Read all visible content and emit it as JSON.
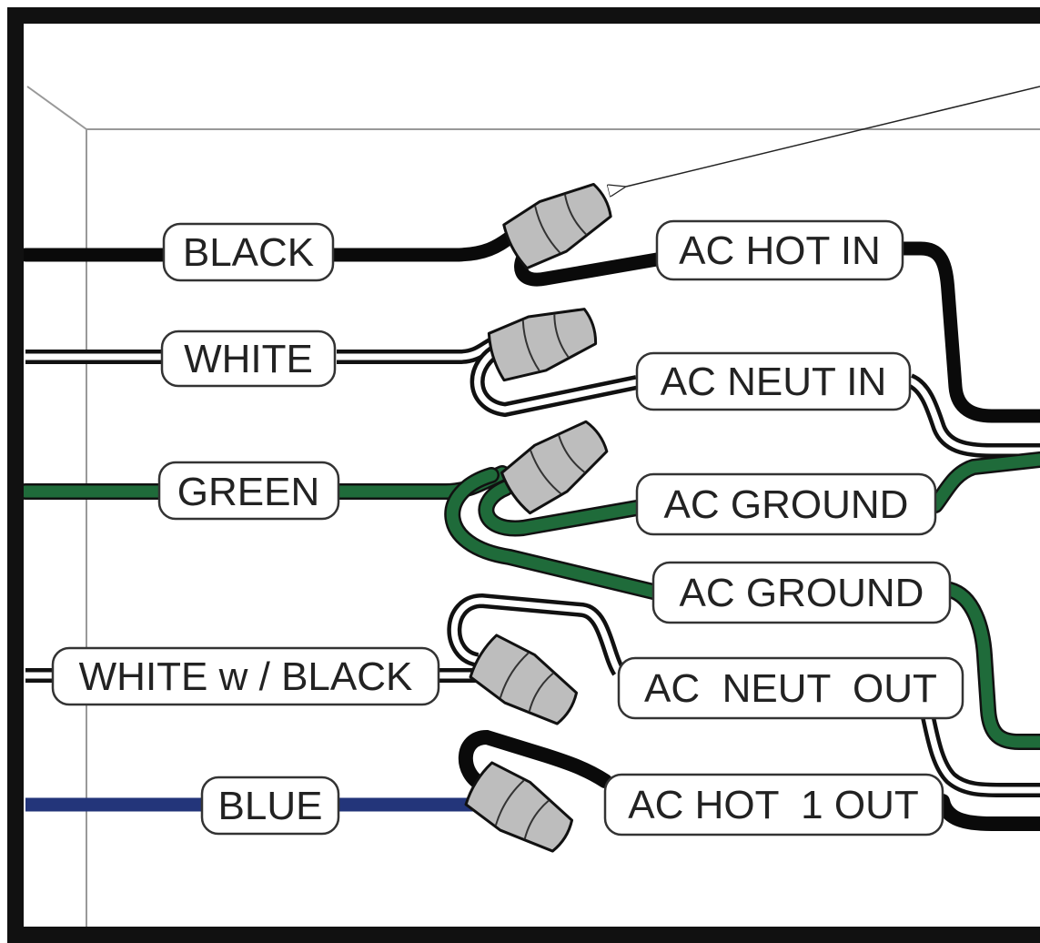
{
  "colors": {
    "black_wire": "#0a0a0a",
    "white_wire_outline": "#111111",
    "green_wire": "#1f6b3a",
    "blue_wire": "#23357a",
    "wire_nut": "#bdbdbd",
    "frame": "#111111",
    "background": "#ffffff"
  },
  "diagram": {
    "labels": {
      "black": "BLACK",
      "white": "WHITE",
      "green": "GREEN",
      "white_w_black": "WHITE w / BLACK",
      "blue": "BLUE",
      "ac_hot_in": "AC HOT IN",
      "ac_neut_in": "AC NEUT IN",
      "ac_ground_1": "AC GROUND",
      "ac_ground_2": "AC GROUND",
      "ac_neut_out": "AC  NEUT  OUT",
      "ac_hot_1_out": "AC HOT  1 OUT"
    },
    "icons": {
      "wire_nut": "wire-nut-icon",
      "pointer": "arrow-pointer-icon"
    }
  }
}
